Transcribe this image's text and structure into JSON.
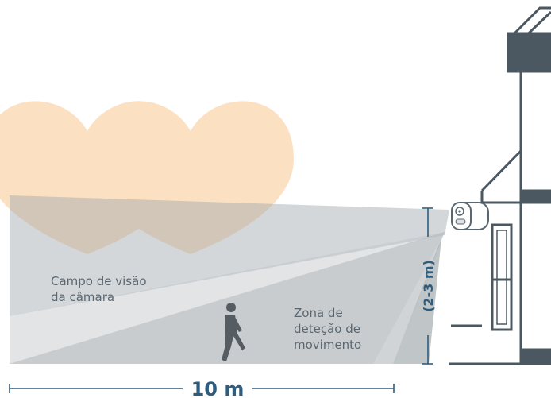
{
  "labels": {
    "field_of_view_line1": "Campo de visão",
    "field_of_view_line2": "da câmara",
    "detection_zone_line1": "Zona de",
    "detection_zone_line2": "deteção de",
    "detection_zone_line3": "movimento",
    "mount_height": "(2-3 m)",
    "detection_distance": "10 m"
  },
  "colors": {
    "house_outline": "#4b5862",
    "dimension_lines": "#2f5d7f",
    "watermark": "#f6b25c",
    "field_of_view": "#9ea6ad",
    "detection_zone": "#aeb4b9"
  }
}
